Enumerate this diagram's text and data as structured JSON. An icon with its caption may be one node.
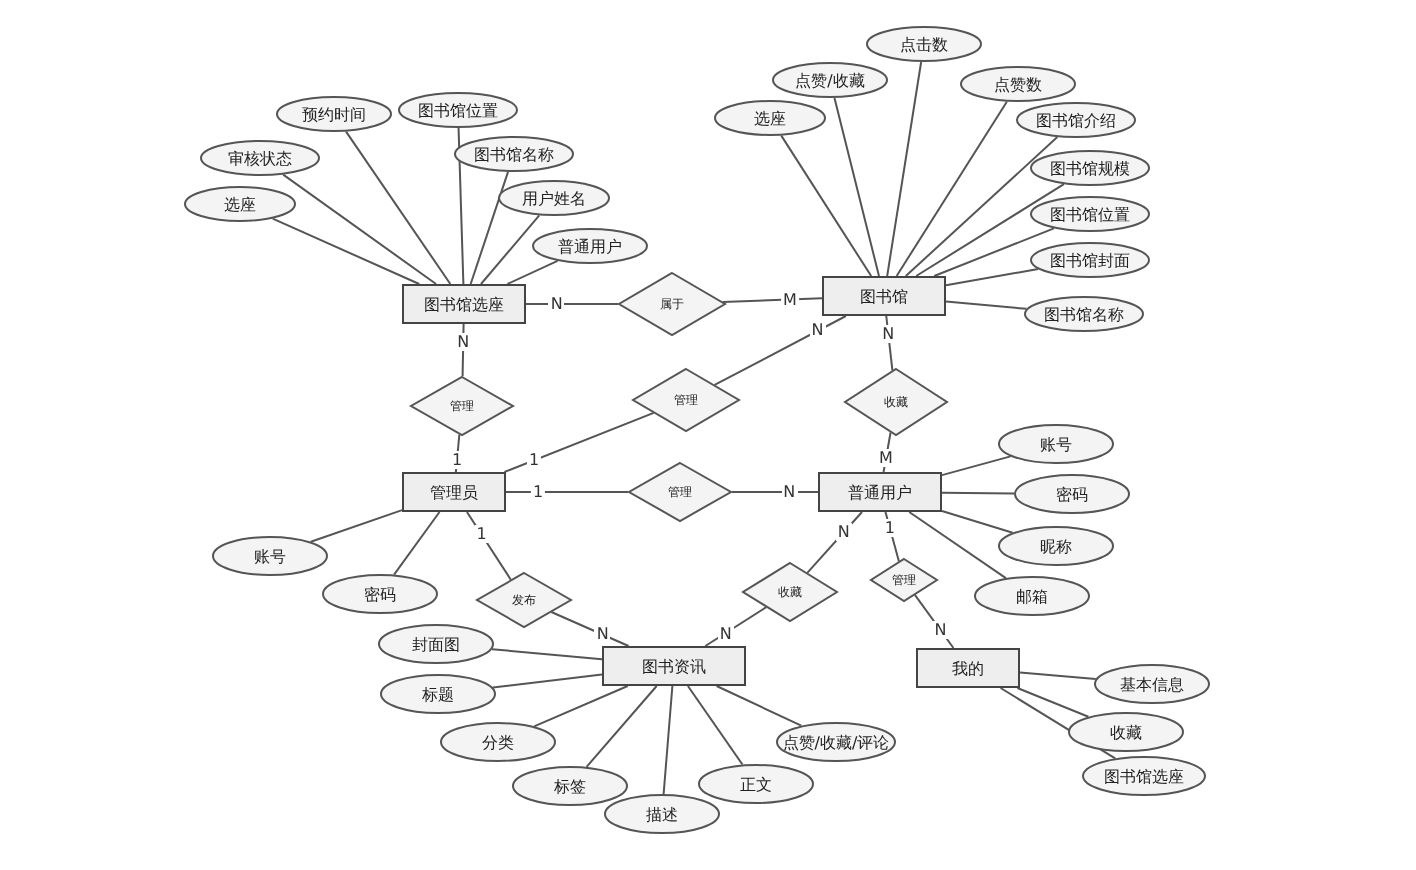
{
  "diagram": {
    "nodes": [
      {
        "text": [
          "图书馆选座"
        ]
      },
      {
        "text": [
          "属于"
        ]
      },
      {
        "text": [
          "图书馆"
        ]
      },
      {
        "text": [
          "管理"
        ]
      },
      {
        "text": [
          "管理"
        ]
      },
      {
        "text": [
          "收藏"
        ]
      },
      {
        "text": [
          "管理员"
        ]
      },
      {
        "text": [
          "管理"
        ]
      },
      {
        "text": [
          "普通用户"
        ]
      },
      {
        "text": [
          "发布"
        ]
      },
      {
        "text": [
          "收藏"
        ]
      },
      {
        "text": [
          "管理"
        ]
      },
      {
        "text": [
          "图书资讯"
        ]
      },
      {
        "text": [
          "我的"
        ]
      },
      {
        "text": [
          "选座"
        ]
      },
      {
        "text": [
          "审核状态"
        ]
      },
      {
        "text": [
          "预约时间"
        ]
      },
      {
        "text": [
          "图书馆位置"
        ]
      },
      {
        "text": [
          "图书馆名称"
        ]
      },
      {
        "text": [
          "用户姓名"
        ]
      },
      {
        "text": [
          "普通用户"
        ]
      },
      {
        "text": [
          "选座"
        ]
      },
      {
        "text": [
          "点赞/收藏"
        ]
      },
      {
        "text": [
          "点击数"
        ]
      },
      {
        "text": [
          "点赞数"
        ]
      },
      {
        "text": [
          "图书馆介绍"
        ]
      },
      {
        "text": [
          "图书馆规模"
        ]
      },
      {
        "text": [
          "图书馆位置"
        ]
      },
      {
        "text": [
          "图书馆封面"
        ]
      },
      {
        "text": [
          "图书馆名称"
        ]
      },
      {
        "text": [
          "账号"
        ]
      },
      {
        "text": [
          "密码"
        ]
      },
      {
        "text": [
          "昵称"
        ]
      },
      {
        "text": [
          "邮箱"
        ]
      },
      {
        "text": [
          "账号"
        ]
      },
      {
        "text": [
          "密码"
        ]
      },
      {
        "text": [
          "封面图"
        ]
      },
      {
        "text": [
          "标题"
        ]
      },
      {
        "text": [
          "分类"
        ]
      },
      {
        "text": [
          "标签"
        ]
      },
      {
        "text": [
          "描述"
        ]
      },
      {
        "text": [
          "正文"
        ]
      },
      {
        "text": [
          "点赞/收藏/评论"
        ]
      },
      {
        "text": [
          "基本信息"
        ]
      },
      {
        "text": [
          "收藏"
        ]
      },
      {
        "text": [
          "图书馆选座"
        ]
      }
    ],
    "edges": [
      {
        "from": 0,
        "to": 1,
        "arrow": "none",
        "label": "N"
      },
      {
        "from": 1,
        "to": 2,
        "arrow": "none",
        "label": "M"
      },
      {
        "from": 0,
        "to": 3,
        "arrow": "none",
        "label": "N"
      },
      {
        "from": 3,
        "to": 6,
        "arrow": "none",
        "label": "1"
      },
      {
        "from": 6,
        "to": 4,
        "arrow": "none",
        "label": "1"
      },
      {
        "from": 4,
        "to": 2,
        "arrow": "none",
        "label": "N"
      },
      {
        "from": 2,
        "to": 5,
        "arrow": "none",
        "label": "N"
      },
      {
        "from": 5,
        "to": 8,
        "arrow": "none",
        "label": "M"
      },
      {
        "from": 6,
        "to": 7,
        "arrow": "none",
        "label": "1"
      },
      {
        "from": 7,
        "to": 8,
        "arrow": "none",
        "label": "N"
      },
      {
        "from": 6,
        "to": 9,
        "arrow": "none",
        "label": "1"
      },
      {
        "from": 9,
        "to": 12,
        "arrow": "none",
        "label": "N"
      },
      {
        "from": 8,
        "to": 10,
        "arrow": "none",
        "label": "N"
      },
      {
        "from": 10,
        "to": 12,
        "arrow": "none",
        "label": "N"
      },
      {
        "from": 8,
        "to": 11,
        "arrow": "none",
        "label": "1"
      },
      {
        "from": 11,
        "to": 13,
        "arrow": "none",
        "label": "N"
      },
      {
        "from": 14,
        "to": 0,
        "arrow": "none"
      },
      {
        "from": 15,
        "to": 0,
        "arrow": "none"
      },
      {
        "from": 16,
        "to": 0,
        "arrow": "none"
      },
      {
        "from": 17,
        "to": 0,
        "arrow": "none"
      },
      {
        "from": 18,
        "to": 0,
        "arrow": "none"
      },
      {
        "from": 19,
        "to": 0,
        "arrow": "none"
      },
      {
        "from": 20,
        "to": 0,
        "arrow": "none"
      },
      {
        "from": 21,
        "to": 2,
        "arrow": "none"
      },
      {
        "from": 22,
        "to": 2,
        "arrow": "none"
      },
      {
        "from": 23,
        "to": 2,
        "arrow": "none"
      },
      {
        "from": 24,
        "to": 2,
        "arrow": "none"
      },
      {
        "from": 25,
        "to": 2,
        "arrow": "none"
      },
      {
        "from": 26,
        "to": 2,
        "arrow": "none"
      },
      {
        "from": 27,
        "to": 2,
        "arrow": "none"
      },
      {
        "from": 28,
        "to": 2,
        "arrow": "none"
      },
      {
        "from": 29,
        "to": 2,
        "arrow": "none"
      },
      {
        "from": 30,
        "to": 8,
        "arrow": "none"
      },
      {
        "from": 31,
        "to": 8,
        "arrow": "none"
      },
      {
        "from": 32,
        "to": 8,
        "arrow": "none"
      },
      {
        "from": 33,
        "to": 8,
        "arrow": "none"
      },
      {
        "from": 34,
        "to": 6,
        "arrow": "none"
      },
      {
        "from": 35,
        "to": 6,
        "arrow": "none"
      },
      {
        "from": 36,
        "to": 12,
        "arrow": "none"
      },
      {
        "from": 37,
        "to": 12,
        "arrow": "none"
      },
      {
        "from": 38,
        "to": 12,
        "arrow": "none"
      },
      {
        "from": 39,
        "to": 12,
        "arrow": "none"
      },
      {
        "from": 40,
        "to": 12,
        "arrow": "none"
      },
      {
        "from": 41,
        "to": 12,
        "arrow": "none"
      },
      {
        "from": 42,
        "to": 12,
        "arrow": "none"
      },
      {
        "from": 43,
        "to": 13,
        "arrow": "none"
      },
      {
        "from": 44,
        "to": 13,
        "arrow": "none"
      },
      {
        "from": 45,
        "to": 13,
        "arrow": "none"
      }
    ]
  }
}
